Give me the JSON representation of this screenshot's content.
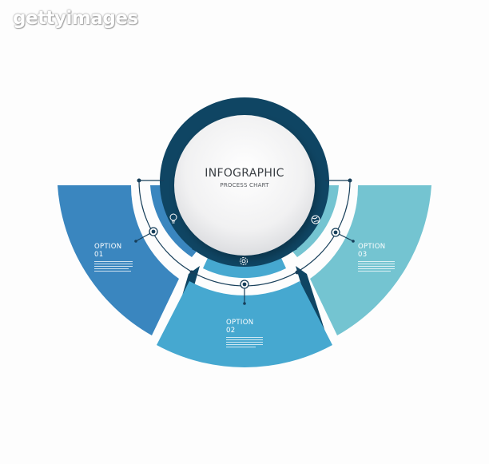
{
  "watermark": "gettyimages",
  "center": {
    "title": "INFOGRAPHIC",
    "subtitle": "PROCESS CHART"
  },
  "options": [
    {
      "label": "OPTION 01",
      "icon": "lightbulb-icon",
      "color": "#3a86bf"
    },
    {
      "label": "OPTION 02",
      "icon": "gear-icon",
      "color": "#46a8d0"
    },
    {
      "label": "OPTION 03",
      "icon": "globe-icon",
      "color": "#74c4d1"
    }
  ],
  "colors": {
    "ring": "#0f4563",
    "connector": "#173f5a",
    "background": "#fdfdfd",
    "circle": "#f2f2f3"
  }
}
